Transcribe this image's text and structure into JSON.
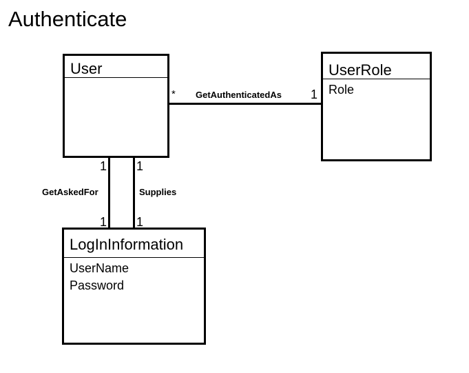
{
  "title": "Authenticate",
  "classes": {
    "user": {
      "name": "User",
      "attributes": []
    },
    "user_role": {
      "name": "UserRole",
      "attributes": [
        "Role"
      ]
    },
    "login_information": {
      "name": "LogInInformation",
      "attributes": [
        "UserName",
        "Password"
      ]
    }
  },
  "associations": {
    "get_authenticated_as": {
      "name": "GetAuthenticatedAs",
      "source_multiplicity": "*",
      "target_multiplicity": "1"
    },
    "get_asked_for": {
      "name": "GetAskedFor",
      "top_multiplicity": "1",
      "bottom_multiplicity": "1"
    },
    "supplies": {
      "name": "Supplies",
      "top_multiplicity": "1",
      "bottom_multiplicity": "1"
    }
  }
}
